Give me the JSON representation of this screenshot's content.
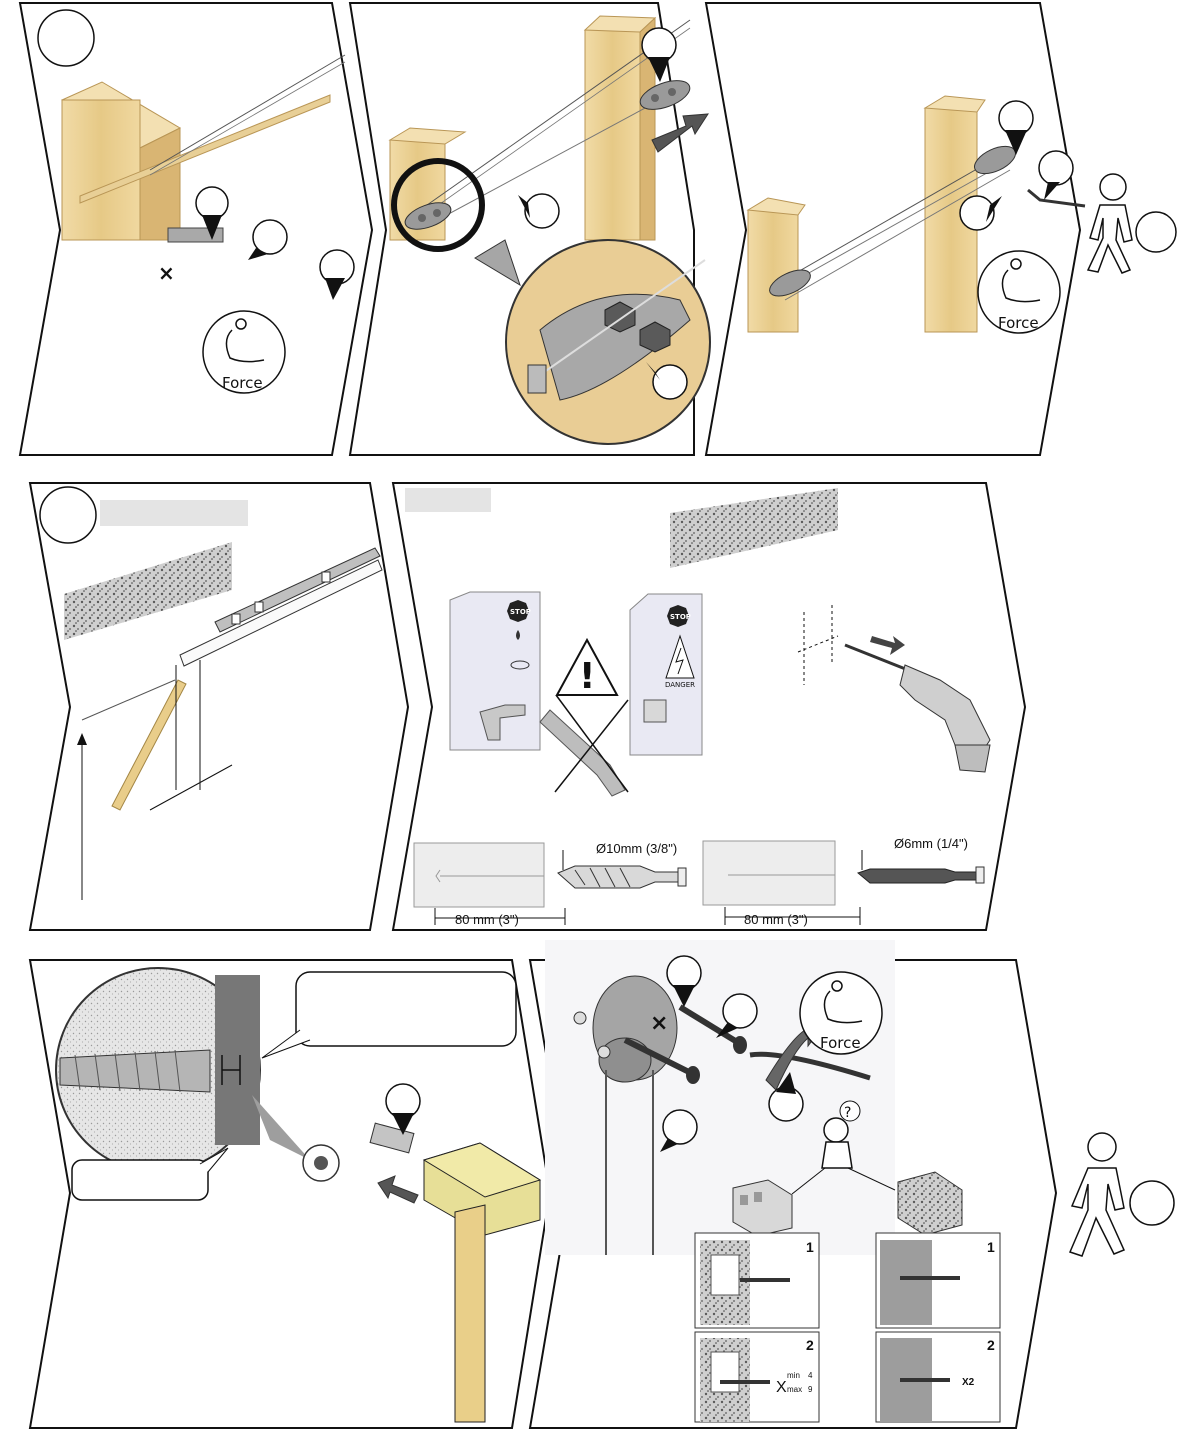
{
  "force_icons": [
    {
      "label": "Force"
    },
    {
      "label": "Force"
    },
    {
      "label": "Force"
    }
  ],
  "drill_bits": [
    {
      "diameter": "Ø10mm (3/8\")",
      "depth": "80  mm (3\")"
    },
    {
      "diameter": "Ø6mm (1/4\")",
      "depth": "80  mm (3\")"
    }
  ],
  "warning_labels": {
    "stop_1": "STOP",
    "stop_2": "STOP",
    "danger": "DANGER"
  },
  "wall_steps": {
    "hollow_block_1": "1",
    "hollow_block_2": "2",
    "hollow_turns": {
      "min_label": "min",
      "min_value": "4",
      "max_label": "max",
      "max_value": "9",
      "x_mark": "X"
    },
    "solid_1": "1",
    "solid_2": "2",
    "solid_turns": "X2"
  },
  "question_mark": "?",
  "colors": {
    "wood": "#e9d096",
    "wood_dark": "#c9a25c",
    "metal": "#8a8a8a",
    "hammer_head": "#e2dc95",
    "panel_border": "#111111"
  }
}
